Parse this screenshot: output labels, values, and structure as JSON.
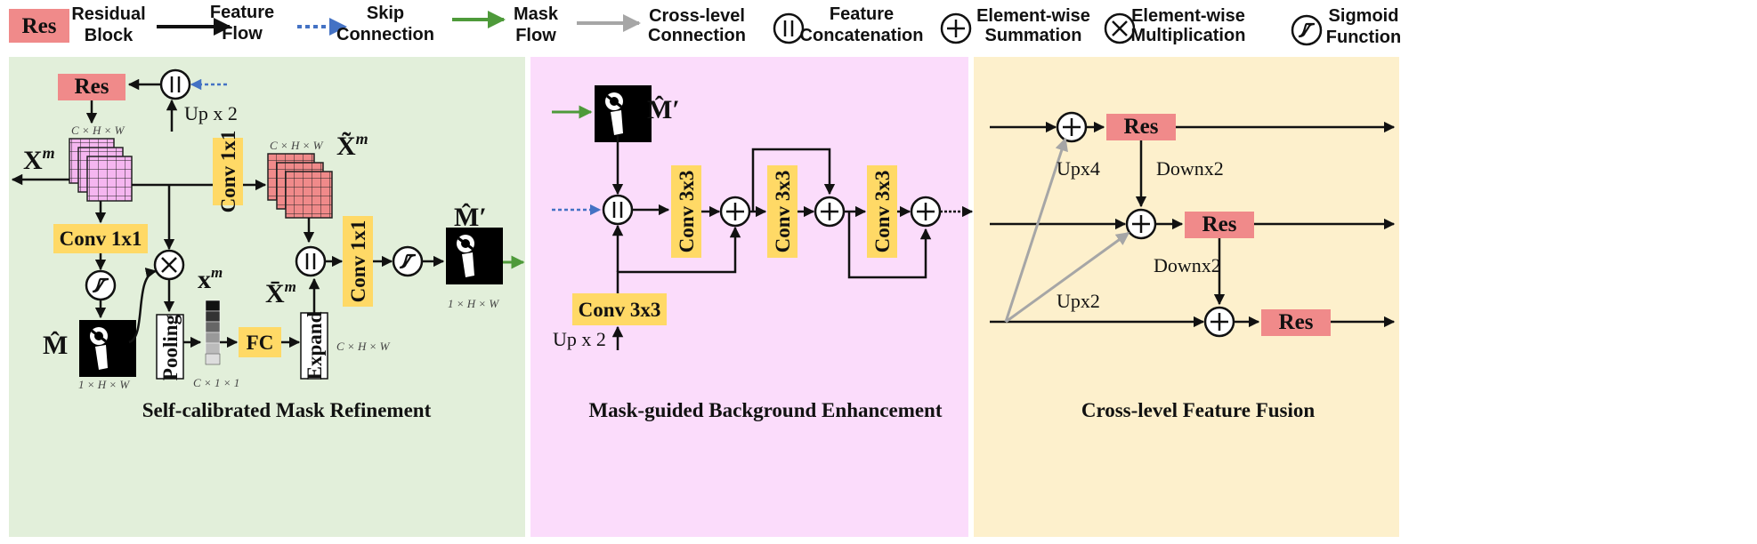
{
  "legend": {
    "res_box": "Res",
    "residual_block": [
      "Residual",
      "Block"
    ],
    "feature_flow": [
      "Feature",
      "Flow"
    ],
    "skip_connection": [
      "Skip",
      "Connection"
    ],
    "mask_flow": [
      "Mask",
      "Flow"
    ],
    "cross_level": [
      "Cross-level",
      "Connection"
    ],
    "feature_concat": [
      "Feature",
      "Concatenation"
    ],
    "elementwise_sum": [
      "Element-wise",
      "Summation"
    ],
    "elementwise_mult": [
      "Element-wise",
      "Multiplication"
    ],
    "sigmoid": [
      "Sigmoid",
      "Function"
    ]
  },
  "colors": {
    "res_fill": "#f08a8a",
    "conv_fill": "#ffd966",
    "panel1_bg": "#e2efda",
    "panel2_bg": "#fbdcfb",
    "panel3_bg": "#fdf0cc",
    "skip_arrow": "#4472c4",
    "mask_arrow": "#4e9a3a",
    "cross_arrow": "#a6a6a6",
    "cube_pink": "#f5b6f0",
    "cube_red": "#f08a8a"
  },
  "panel1": {
    "title": "Self-calibrated Mask Refinement",
    "res": "Res",
    "up_label": "Up x 2",
    "dim_chw_top": "C × H × W",
    "dim_chw_mid": "C × H × W",
    "x_m": "X",
    "x_m_sup": "m",
    "x_tilde": "X̃",
    "x_tilde_sup": "m",
    "x_bar": "X̄",
    "x_bar_sup": "m",
    "x_small": "x",
    "x_small_sup": "m",
    "m_hat": "M̂",
    "m_hat_prime": "M̂′",
    "conv1_left": "Conv 1x1",
    "conv1_mid": "Conv 1x1",
    "conv1_right": "Conv 1x1",
    "pooling": "Pooling",
    "fc": "FC",
    "expand": "Expand",
    "dim_1hw_a": "1 × H × W",
    "dim_1hw_b": "1 × H × W",
    "dim_c11": "C × 1 × 1",
    "dim_chw_exp": "C × H × W"
  },
  "panel2": {
    "title": "Mask-guided Background Enhancement",
    "m_hat_prime": "M̂′",
    "conv3_a": "Conv 3x3",
    "conv3_b": "Conv 3x3",
    "conv3_c": "Conv 3x3",
    "conv3_bottom": "Conv 3x3",
    "up_label": "Up x 2"
  },
  "panel3": {
    "title": "Cross-level Feature Fusion",
    "res_top": "Res",
    "res_mid": "Res",
    "res_bot": "Res",
    "upx4": "Upx4",
    "upx2": "Upx2",
    "downx2_a": "Downx2",
    "downx2_b": "Downx2"
  }
}
